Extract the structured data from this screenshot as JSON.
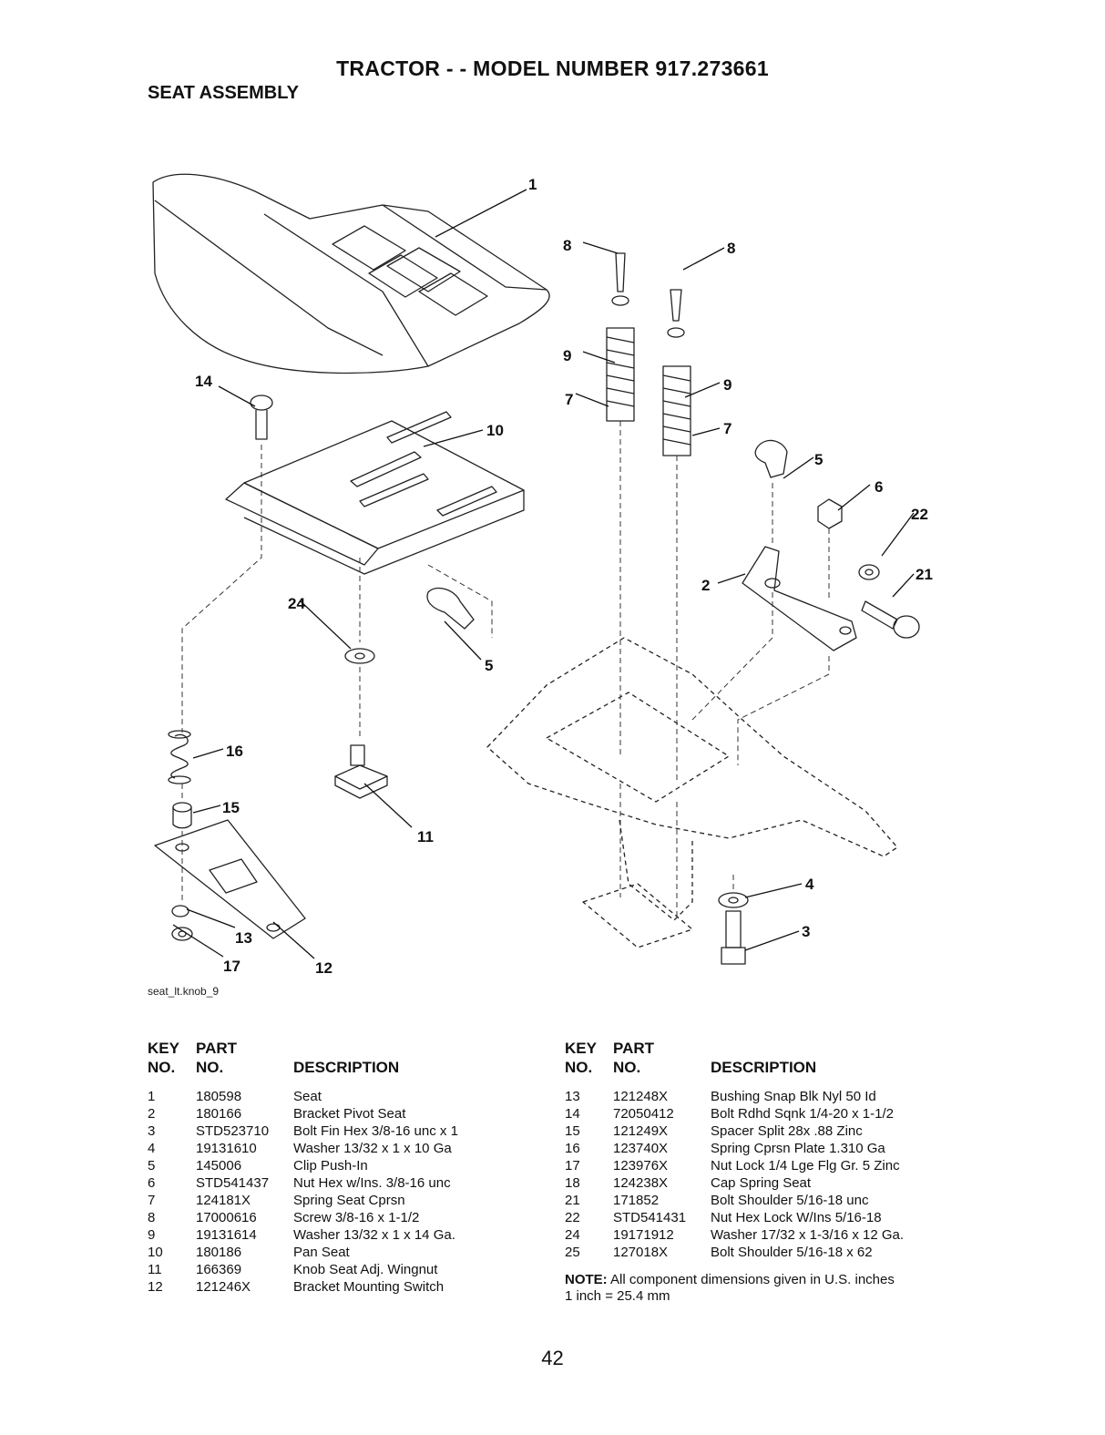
{
  "header": {
    "title": "TRACTOR - - MODEL NUMBER 917.273661",
    "subtitle": "SEAT ASSEMBLY"
  },
  "diagram": {
    "diagram_id": "seat_lt.knob_9",
    "callouts": [
      "1",
      "14",
      "10",
      "24",
      "5",
      "16",
      "15",
      "11",
      "13",
      "17",
      "12",
      "8",
      "9",
      "7",
      "8",
      "9",
      "7",
      "5",
      "6",
      "22",
      "2",
      "21",
      "4",
      "3"
    ]
  },
  "table_headers": {
    "key": "KEY",
    "no": "NO.",
    "part": "PART",
    "part_no": "NO.",
    "description": "DESCRIPTION"
  },
  "parts_left": [
    {
      "key": "1",
      "part": "180598",
      "desc": "Seat"
    },
    {
      "key": "2",
      "part": "180166",
      "desc": "Bracket Pivot Seat"
    },
    {
      "key": "3",
      "part": "STD523710",
      "desc": "Bolt Fin Hex 3/8-16 unc x 1"
    },
    {
      "key": "4",
      "part": "19131610",
      "desc": "Washer 13/32 x 1 x 10 Ga"
    },
    {
      "key": "5",
      "part": "145006",
      "desc": "Clip Push-In"
    },
    {
      "key": "6",
      "part": "STD541437",
      "desc": "Nut Hex w/Ins. 3/8-16 unc"
    },
    {
      "key": "7",
      "part": "124181X",
      "desc": "Spring Seat Cprsn"
    },
    {
      "key": "8",
      "part": "17000616",
      "desc": "Screw 3/8-16 x 1-1/2"
    },
    {
      "key": "9",
      "part": "19131614",
      "desc": "Washer 13/32 x 1 x 14 Ga."
    },
    {
      "key": "10",
      "part": "180186",
      "desc": "Pan Seat"
    },
    {
      "key": "11",
      "part": "166369",
      "desc": "Knob Seat Adj. Wingnut"
    },
    {
      "key": "12",
      "part": "121246X",
      "desc": "Bracket Mounting Switch"
    }
  ],
  "parts_right": [
    {
      "key": "13",
      "part": "121248X",
      "desc": "Bushing Snap Blk Nyl 50 Id"
    },
    {
      "key": "14",
      "part": "72050412",
      "desc": "Bolt Rdhd Sqnk 1/4-20 x 1-1/2"
    },
    {
      "key": "15",
      "part": "121249X",
      "desc": "Spacer Split 28x .88 Zinc"
    },
    {
      "key": "16",
      "part": "123740X",
      "desc": "Spring Cprsn Plate 1.310 Ga"
    },
    {
      "key": "17",
      "part": "123976X",
      "desc": "Nut Lock 1/4 Lge Flg Gr. 5 Zinc"
    },
    {
      "key": "18",
      "part": "124238X",
      "desc": "Cap Spring Seat"
    },
    {
      "key": "21",
      "part": "171852",
      "desc": "Bolt Shoulder 5/16-18 unc"
    },
    {
      "key": "22",
      "part": "STD541431",
      "desc": "Nut Hex Lock W/Ins 5/16-18"
    },
    {
      "key": "24",
      "part": "19171912",
      "desc": "Washer 17/32 x 1-3/16 x 12 Ga."
    },
    {
      "key": "25",
      "part": "127018X",
      "desc": "Bolt Shoulder 5/16-18 x 62"
    }
  ],
  "note": {
    "label": "NOTE:",
    "text": "All component dimensions given in U.S. inches",
    "conversion": "1 inch = 25.4 mm"
  },
  "page_number": "42"
}
